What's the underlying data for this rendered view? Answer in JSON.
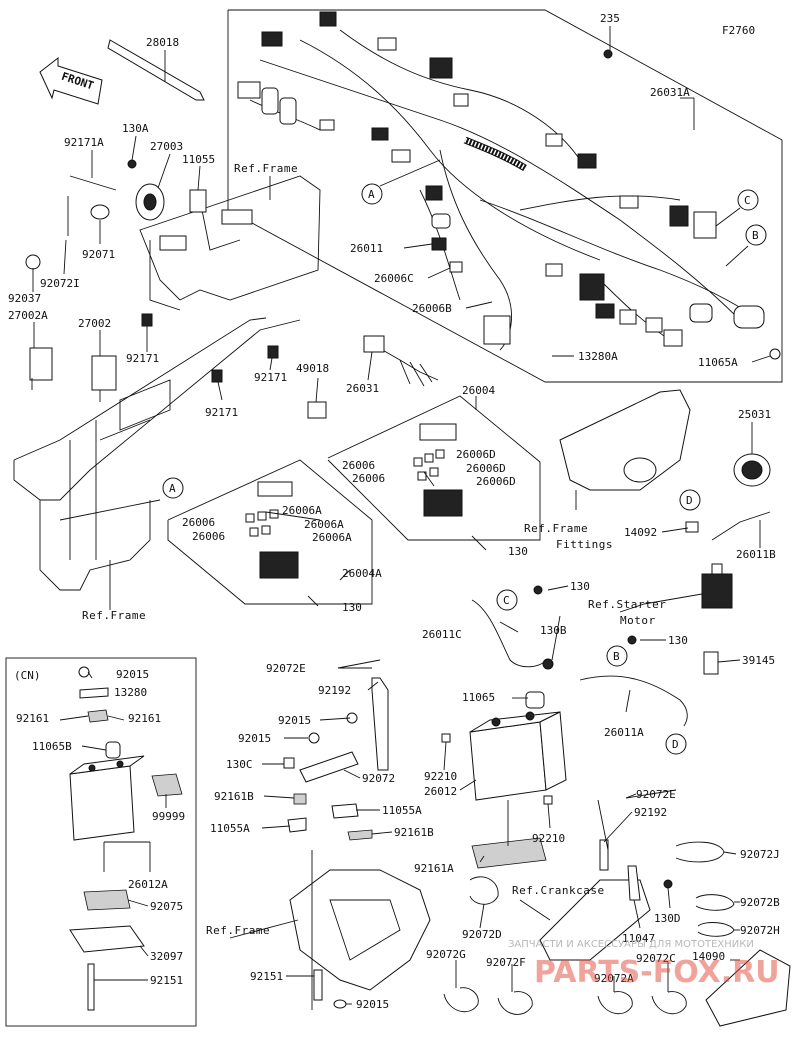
{
  "diagram": {
    "code": "F2760",
    "front_arrow_label": "FRONT",
    "refs": {
      "frame_top": "Ref.Frame",
      "frame_left": "Ref.Frame",
      "frame_fittings_1": "Ref.Frame",
      "frame_fittings_2": "Fittings",
      "starter_1": "Ref.Starter",
      "starter_2": "Motor",
      "frame_bottom": "Ref.Frame",
      "crankcase": "Ref.Crankcase"
    },
    "callouts": {
      "a1": "A",
      "a2": "A",
      "b1": "B",
      "b2": "B",
      "c1": "C",
      "c2": "C",
      "d1": "D",
      "d2": "D"
    },
    "cn_box_label": "(CN)",
    "parts": {
      "p28018": "28018",
      "p235": "235",
      "p26031A": "26031A",
      "p92171A": "92171A",
      "p130A": "130A",
      "p27003": "27003",
      "p11055": "11055",
      "p92071": "92071",
      "p92072I": "92072I",
      "p92037": "92037",
      "p27002A": "27002A",
      "p27002": "27002",
      "p92171a": "92171",
      "p92171b": "92171",
      "p92171c": "92171",
      "p49018": "49018",
      "p26031": "26031",
      "p26011": "26011",
      "p26006C": "26006C",
      "p26006B": "26006B",
      "p13280A": "13280A",
      "p11065A": "11065A",
      "p26004": "26004",
      "p26006a": "26006",
      "p26006b": "26006",
      "p26006D1": "26006D",
      "p26006D2": "26006D",
      "p26006D3": "26006D",
      "p26006c": "26006",
      "p26006d": "26006",
      "p26006A1": "26006A",
      "p26006A2": "26006A",
      "p26006A3": "26006A",
      "p130_1": "130",
      "p26004A": "26004A",
      "p130_2": "130",
      "p25031": "25031",
      "p14092": "14092",
      "p26011B": "26011B",
      "p130_3": "130",
      "p26011C": "26011C",
      "p130B": "130B",
      "p130_4": "130",
      "p39145": "39145",
      "p92072E1": "92072E",
      "p92192a": "92192",
      "p11065": "11065",
      "p26011A": "26011A",
      "p92015a": "92015",
      "p92015b": "92015",
      "p130C": "130C",
      "p92072": "92072",
      "p92161Ba": "92161B",
      "p11055A1": "11055A",
      "p11055A2": "11055A",
      "p92161Bb": "92161B",
      "p92210a": "92210",
      "p26012": "26012",
      "p92210b": "92210",
      "p92072E2": "92072E",
      "p92192b": "92192",
      "p92161A": "92161A",
      "p92072J": "92072J",
      "p92072B": "92072B",
      "p130D": "130D",
      "p92072H": "92072H",
      "p11047": "11047",
      "p92072D": "92072D",
      "p92072G": "92072G",
      "p92072F": "92072F",
      "p92072A": "92072A",
      "p92072C": "92072C",
      "p14090": "14090",
      "p92151b": "92151",
      "p92015c": "92015",
      "cn92015": "92015",
      "cn13280": "13280",
      "cn92161a": "92161",
      "cn92161b": "92161",
      "cn11065B": "11065B",
      "cn99999": "99999",
      "cn26012A": "26012A",
      "cn92075": "92075",
      "cn32097": "32097",
      "cn92151": "92151"
    },
    "watermark_line": "ЗАПЧАСТИ И АКСЕССУАРЫ ДЛЯ МОТОТЕХНИКИ",
    "watermark_logo": "PARTS-FOX.RU"
  }
}
